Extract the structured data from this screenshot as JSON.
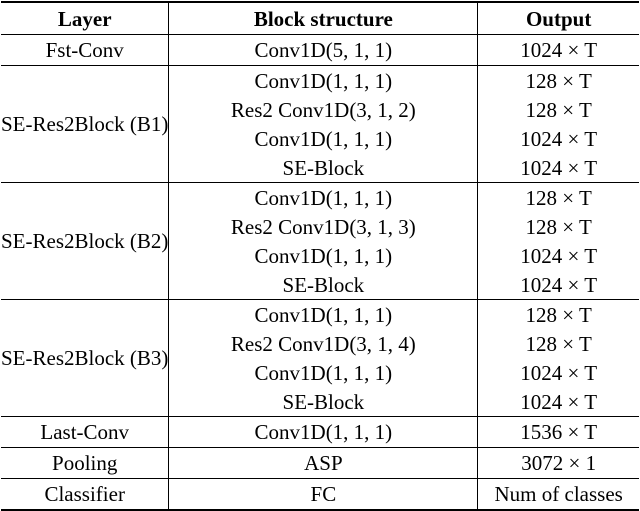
{
  "headers": {
    "layer": "Layer",
    "block": "Block structure",
    "output": "Output"
  },
  "fst": {
    "layer": "Fst-Conv",
    "block": "Conv1D(5, 1, 1)",
    "output": "1024 × T"
  },
  "b1": {
    "layer": "SE-Res2Block (B1)",
    "rows": [
      {
        "block": "Conv1D(1, 1, 1)",
        "output": "128 × T"
      },
      {
        "block": "Res2 Conv1D(3, 1, 2)",
        "output": "128 × T"
      },
      {
        "block": "Conv1D(1, 1, 1)",
        "output": "1024 × T"
      },
      {
        "block": "SE-Block",
        "output": "1024 × T"
      }
    ]
  },
  "b2": {
    "layer": "SE-Res2Block (B2)",
    "rows": [
      {
        "block": "Conv1D(1, 1, 1)",
        "output": "128 × T"
      },
      {
        "block": "Res2 Conv1D(3, 1, 3)",
        "output": "128 × T"
      },
      {
        "block": "Conv1D(1, 1, 1)",
        "output": "1024 × T"
      },
      {
        "block": "SE-Block",
        "output": "1024 × T"
      }
    ]
  },
  "b3": {
    "layer": "SE-Res2Block (B3)",
    "rows": [
      {
        "block": "Conv1D(1, 1, 1)",
        "output": "128 × T"
      },
      {
        "block": "Res2 Conv1D(3, 1, 4)",
        "output": "128 × T"
      },
      {
        "block": "Conv1D(1, 1, 1)",
        "output": "1024 × T"
      },
      {
        "block": "SE-Block",
        "output": "1024 × T"
      }
    ]
  },
  "last": {
    "layer": "Last-Conv",
    "block": "Conv1D(1, 1, 1)",
    "output": "1536 × T"
  },
  "pooling": {
    "layer": "Pooling",
    "block": "ASP",
    "output": "3072 × 1"
  },
  "classifier": {
    "layer": "Classifier",
    "block": "FC",
    "output": "Num of classes"
  }
}
